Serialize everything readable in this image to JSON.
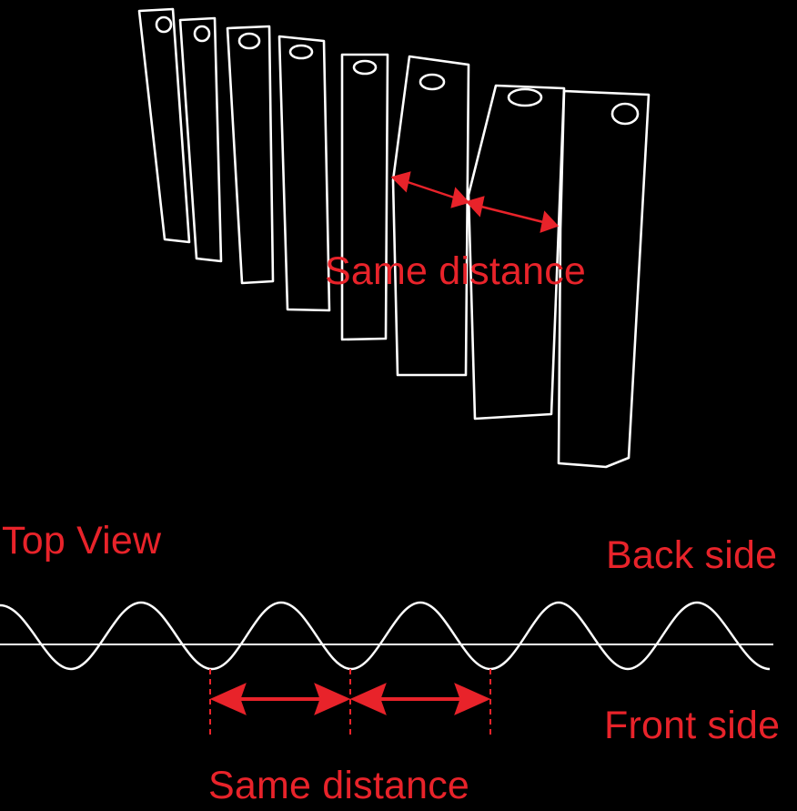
{
  "labels": {
    "same_distance_top": "Same distance",
    "top_view": "Top View",
    "back_side": "Back side",
    "front_side": "Front side",
    "same_distance_bottom": "Same distance"
  },
  "colors": {
    "background": "#000000",
    "annotation": "#e8232a",
    "outline": "#ffffff"
  },
  "panel_count": 8,
  "wave_peak_count": 5
}
